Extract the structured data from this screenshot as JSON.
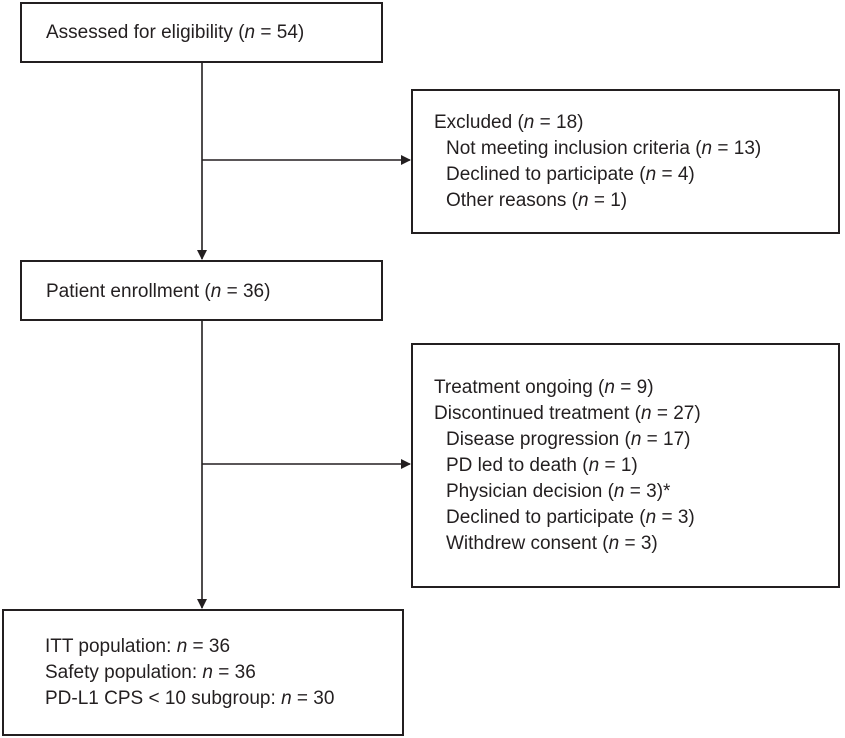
{
  "assessed": {
    "prefix": "Assessed for eligibility (",
    "n": "n",
    "suffix": " = 54)"
  },
  "excluded": {
    "lines": [
      {
        "prefix": "Excluded (",
        "n": "n",
        "suffix": " = 18)"
      },
      {
        "prefix": "Not meeting inclusion criteria (",
        "n": "n",
        "suffix": " = 13)"
      },
      {
        "prefix": "Declined to participate (",
        "n": "n",
        "suffix": " = 4)"
      },
      {
        "prefix": "Other reasons (",
        "n": "n",
        "suffix": " = 1)"
      }
    ]
  },
  "enrollment": {
    "prefix": "Patient enrollment (",
    "n": "n",
    "suffix": " = 36)"
  },
  "treatment": {
    "lines": [
      {
        "prefix": "Treatment ongoing (",
        "n": "n",
        "suffix": " = 9)"
      },
      {
        "prefix": "Discontinued treatment (",
        "n": "n",
        "suffix": " = 27)"
      },
      {
        "prefix": "Disease progression (",
        "n": "n",
        "suffix": " = 17)"
      },
      {
        "prefix": "PD led to death (",
        "n": "n",
        "suffix": " = 1)"
      },
      {
        "prefix": "Physician decision (",
        "n": "n",
        "suffix": " = 3)*"
      },
      {
        "prefix": "Declined to participate (",
        "n": "n",
        "suffix": " = 3)"
      },
      {
        "prefix": "Withdrew consent (",
        "n": "n",
        "suffix": " = 3)"
      }
    ]
  },
  "population": {
    "lines": [
      {
        "prefix": "ITT population: ",
        "n": "n",
        "suffix": " = 36"
      },
      {
        "prefix": "Safety population: ",
        "n": "n",
        "suffix": " = 36"
      },
      {
        "prefix": "PD-L1 CPS < 10 subgroup: ",
        "n": "n",
        "suffix": " = 30"
      }
    ]
  },
  "colors": {
    "stroke": "#231f20",
    "text": "#231f20",
    "background": "#ffffff"
  }
}
